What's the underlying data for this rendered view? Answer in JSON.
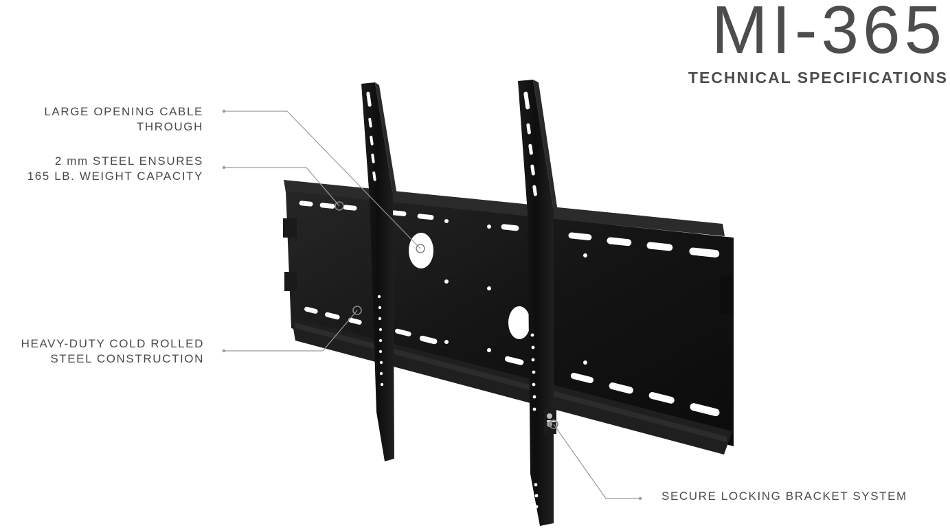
{
  "header": {
    "model": "MI-365",
    "subtitle": "TECHNICAL SPECIFICATIONS"
  },
  "callouts": [
    {
      "id": "cable",
      "lines": [
        "LARGE OPENING CABLE",
        "THROUGH"
      ]
    },
    {
      "id": "steel",
      "lines": [
        "2 mm STEEL ENSURES",
        "165 LB. WEIGHT CAPACITY"
      ]
    },
    {
      "id": "construction",
      "lines": [
        "HEAVY-DUTY COLD ROLLED",
        "STEEL CONSTRUCTION"
      ]
    },
    {
      "id": "locking",
      "lines": [
        "SECURE LOCKING BRACKET SYSTEM"
      ]
    }
  ],
  "colors": {
    "text": "#4a4a4a",
    "leader_line": "#9a9a9a",
    "mount": "#141414",
    "mount_highlight": "#2e2e2e"
  }
}
